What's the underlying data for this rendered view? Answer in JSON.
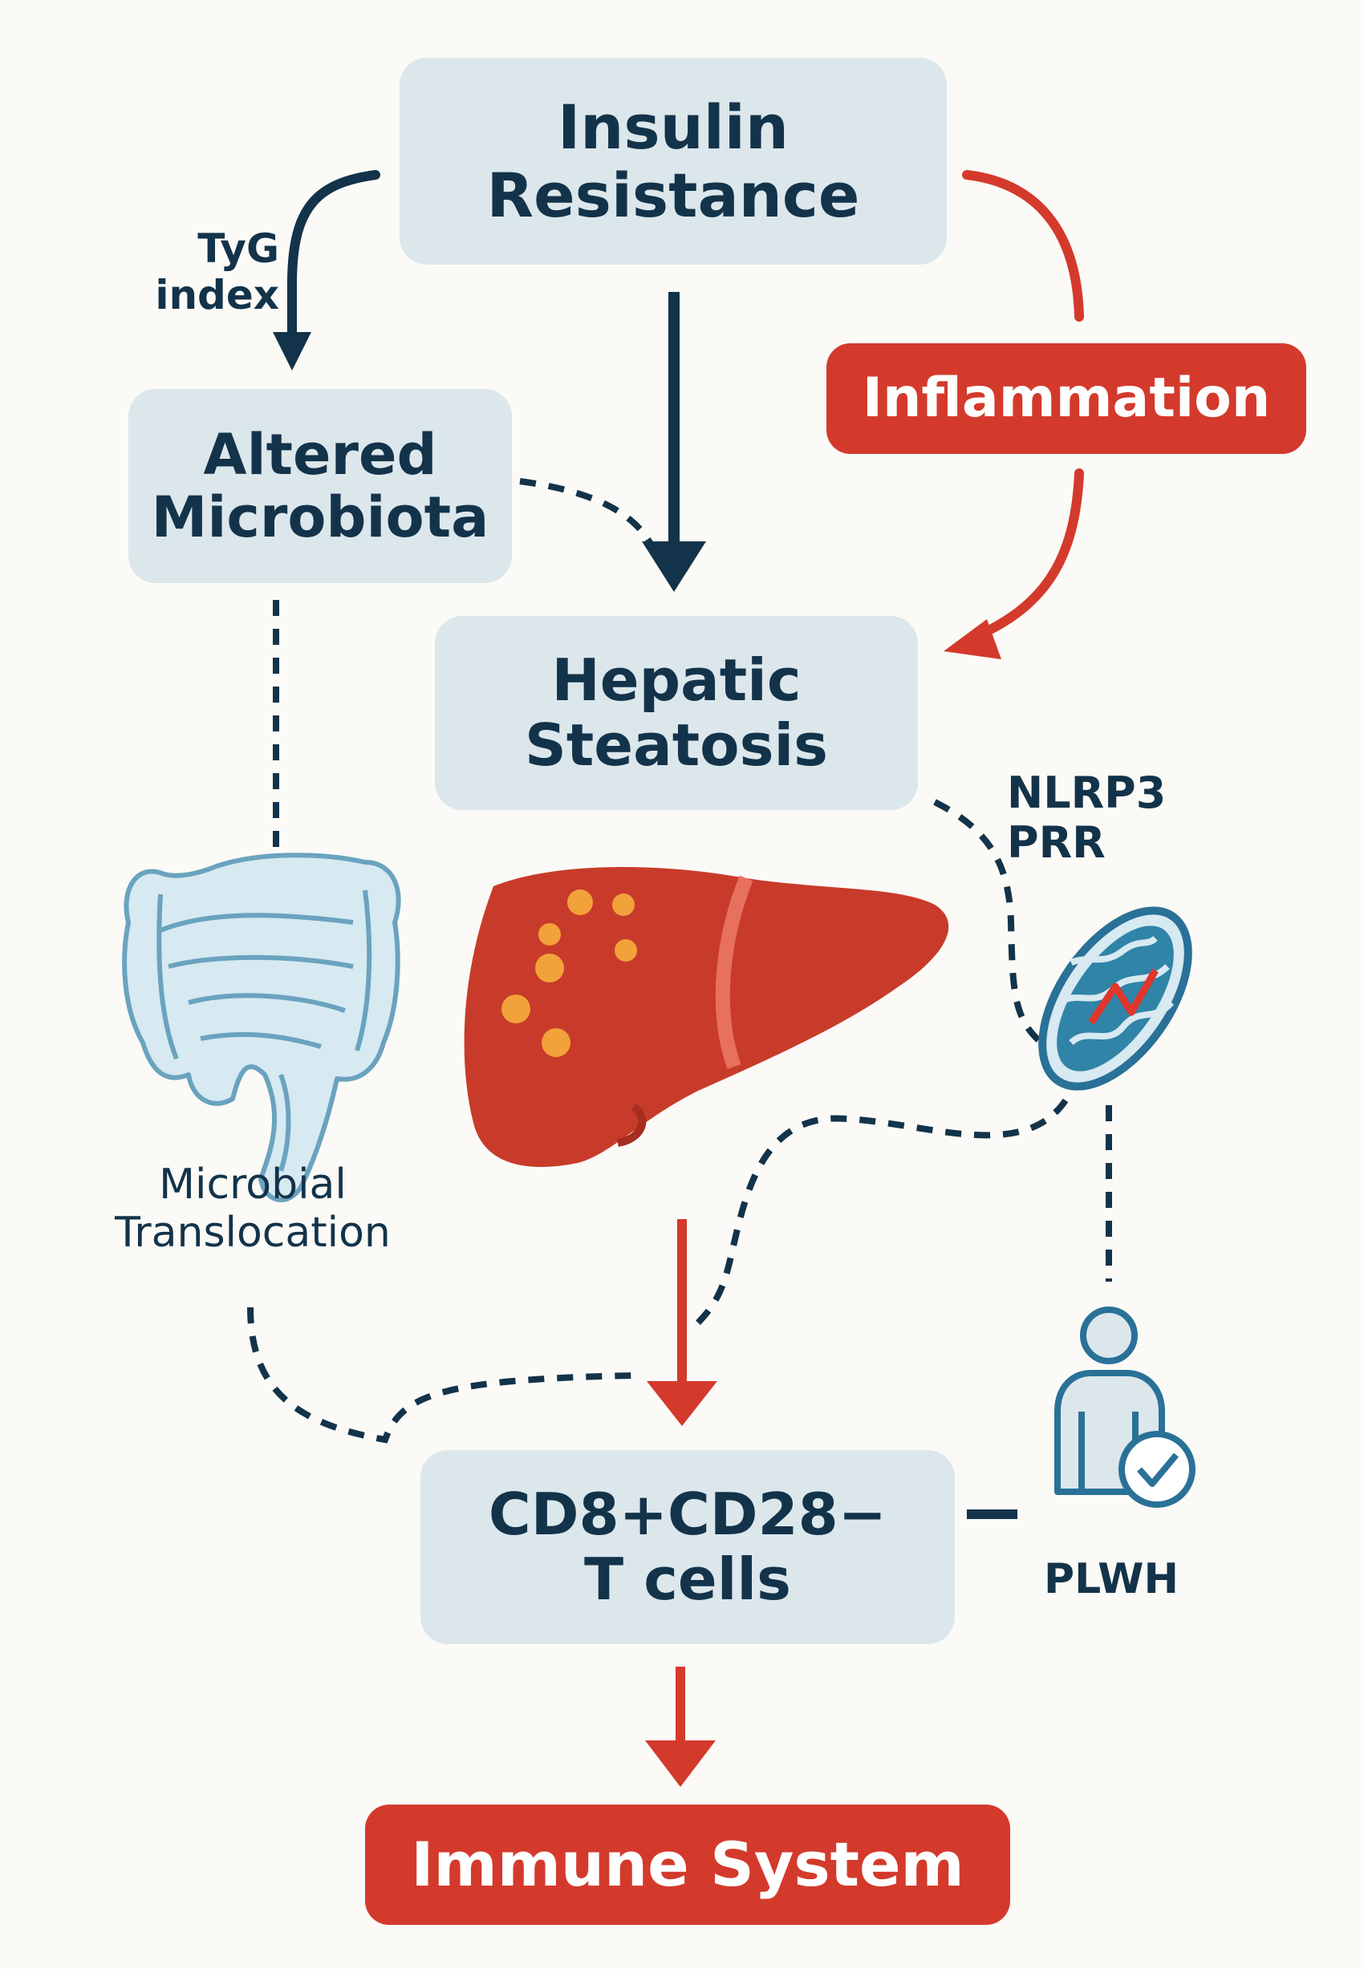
{
  "nodes": {
    "insulin_resistance": {
      "line1": "Insulin",
      "line2": "Resistance"
    },
    "inflammation": {
      "label": "Inflammation"
    },
    "altered_microbiota": {
      "line1": "Altered",
      "line2": "Microbiota"
    },
    "hepatic_steatosis": {
      "line1": "Hepatic",
      "line2": "Steatosis"
    },
    "cd8_cells": {
      "line1": "CD8+CD28−",
      "line2": "T cells"
    },
    "immune_system": {
      "label": "Immune System"
    }
  },
  "labels": {
    "tyg": {
      "line1": "TyG",
      "line2": "index"
    },
    "nlrp3": {
      "line1": "NLRP3",
      "line2": "PRR"
    },
    "microbial_translocation": {
      "line1": "Microbial",
      "line2": "Translocation"
    },
    "plwh": "PLWH"
  },
  "icons": [
    "intestine-icon",
    "liver-icon",
    "mitochondrion-icon",
    "person-check-icon"
  ],
  "colors": {
    "navy": "#13334a",
    "red": "#d33a2c",
    "box_blue": "#dce7ec",
    "background": "#fbfaf6"
  }
}
